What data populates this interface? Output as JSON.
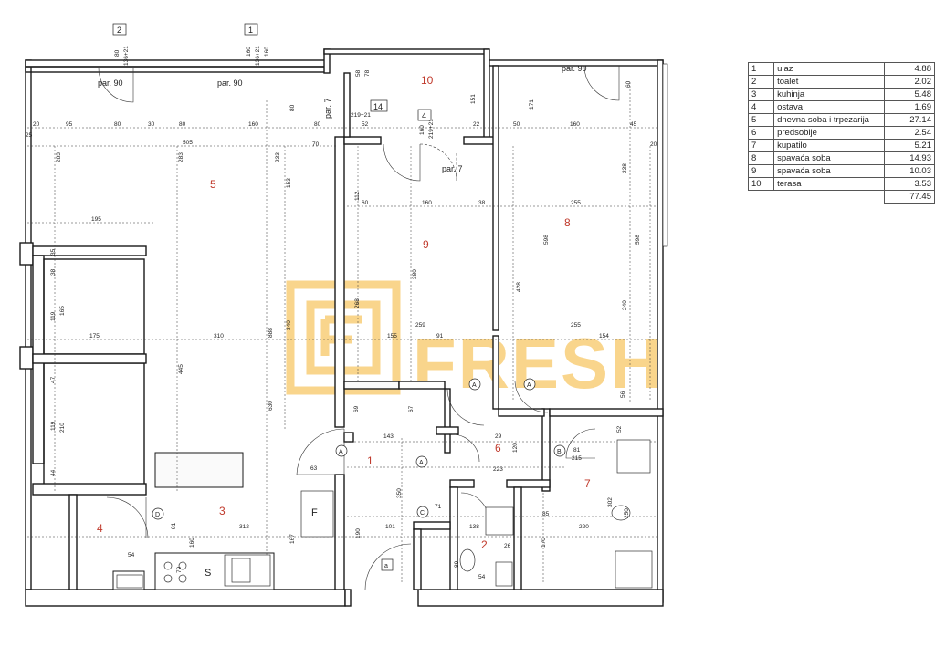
{
  "legend": [
    {
      "no": "1",
      "name": "ulaz",
      "area": "4.88"
    },
    {
      "no": "2",
      "name": "toalet",
      "area": "2.02"
    },
    {
      "no": "3",
      "name": "kuhinja",
      "area": "5.48"
    },
    {
      "no": "4",
      "name": "ostava",
      "area": "1.69"
    },
    {
      "no": "5",
      "name": "dnevna soba i trpezarija",
      "area": "27.14"
    },
    {
      "no": "6",
      "name": "predsoblje",
      "area": "2.54"
    },
    {
      "no": "7",
      "name": "kupatilo",
      "area": "5.21"
    },
    {
      "no": "8",
      "name": "spavaća soba",
      "area": "14.93"
    },
    {
      "no": "9",
      "name": "spavaća soba",
      "area": "10.03"
    },
    {
      "no": "10",
      "name": "terasa",
      "area": "3.53"
    }
  ],
  "legend_total": "77.45",
  "watermark": "FRESH",
  "rooms": {
    "r1": "1",
    "r2": "2",
    "r3": "3",
    "r4": "4",
    "r5": "5",
    "r6": "6",
    "r7": "7",
    "r8": "8",
    "r9": "9",
    "r10": "10"
  },
  "labels": {
    "par90a": "par. 90",
    "par90b": "par. 90",
    "par90c": "par. 90",
    "par7a": "par. 7",
    "par7b": "par. 7",
    "box2": "2",
    "box1": "1",
    "box14": "14",
    "box4": "4",
    "sink_s": "S",
    "fridge_f": "F",
    "door_a1": "A",
    "door_a2": "A",
    "door_a3": "A",
    "door_a4": "A",
    "door_b": "B",
    "door_c": "C",
    "door_d": "D",
    "door_small_a": "a",
    "d1": "95",
    "d2": "80",
    "d3": "30",
    "d4": "80",
    "d5": "160",
    "d6": "505",
    "d7": "80",
    "d8": "52",
    "d9": "50",
    "d10": "171",
    "d11": "160",
    "d12": "45",
    "d13": "195",
    "d14": "175",
    "d15": "310",
    "d16": "155",
    "d17": "91",
    "d18": "259",
    "d19": "154",
    "d20": "255",
    "d21": "255",
    "d22": "283",
    "d23": "283",
    "d24": "445",
    "d25": "888",
    "d26": "630",
    "d27": "340",
    "d28": "233",
    "d29": "153",
    "d30": "380",
    "d31": "428",
    "d32": "598",
    "d33": "598",
    "d34": "240",
    "d35": "238",
    "d36": "268",
    "d37": "143",
    "d38": "223",
    "d39": "312",
    "d40": "101",
    "d41": "138",
    "d42": "220",
    "d43": "165",
    "d44": "119",
    "d45": "119",
    "d46": "210",
    "d47": "35",
    "d48": "38",
    "d49": "47",
    "d50": "44",
    "d51": "20",
    "d52": "60",
    "d53": "160",
    "d54": "38",
    "d55": "112",
    "d56": "69",
    "d57": "67",
    "d58": "63",
    "d59": "350",
    "d60": "71",
    "d61": "85",
    "d62": "170",
    "d63": "302",
    "d64": "54",
    "d65": "26",
    "d66": "89",
    "d67": "29",
    "d68": "120",
    "d69": "81",
    "d70": "215",
    "d71": "56",
    "d72": "52",
    "d73": "20",
    "d74": "160",
    "d75": "80",
    "d76": "136+21",
    "d77": "160",
    "d78": "136+21",
    "d79": "78",
    "d80": "58",
    "d81": "219+21",
    "d82": "160",
    "d83": "219+21",
    "d84": "22",
    "d85": "151",
    "d86": "70",
    "d87": "80",
    "d88": "25",
    "d89": "60",
    "d90": "54",
    "d91": "79",
    "d92": "160",
    "d93": "167",
    "d94": "190",
    "d95": "81",
    "d96": "250"
  }
}
